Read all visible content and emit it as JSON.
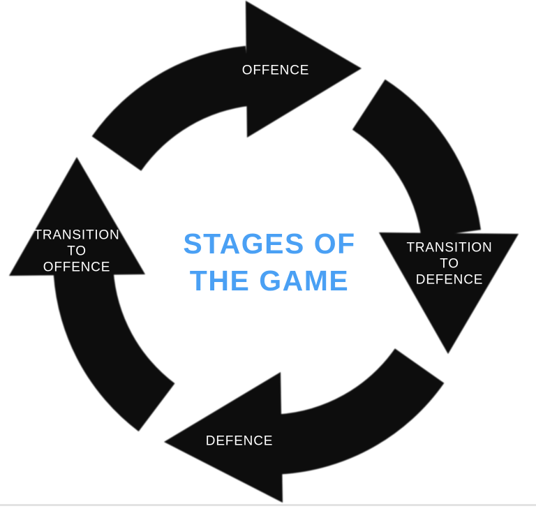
{
  "cycle": {
    "title": {
      "lines": [
        "STAGES OF",
        "THE GAME"
      ]
    },
    "flow": "clockwise",
    "stages": [
      {
        "name": "offence",
        "position": "top",
        "lines": [
          "OFFENCE"
        ]
      },
      {
        "name": "transition-to-defence",
        "position": "right",
        "lines": [
          "TRANSITION",
          "TO",
          "DEFENCE"
        ]
      },
      {
        "name": "defence",
        "position": "bottom",
        "lines": [
          "DEFENCE"
        ]
      },
      {
        "name": "transition-to-offence",
        "position": "left",
        "lines": [
          "TRANSITION",
          "TO",
          "OFFENCE"
        ]
      }
    ]
  },
  "colors": {
    "arrow_black": "#070707",
    "title_blue": "#4aa0f4",
    "label_white": "#ffffff",
    "background": "#ffffff",
    "bottom_edge": "#d9d9d9"
  }
}
